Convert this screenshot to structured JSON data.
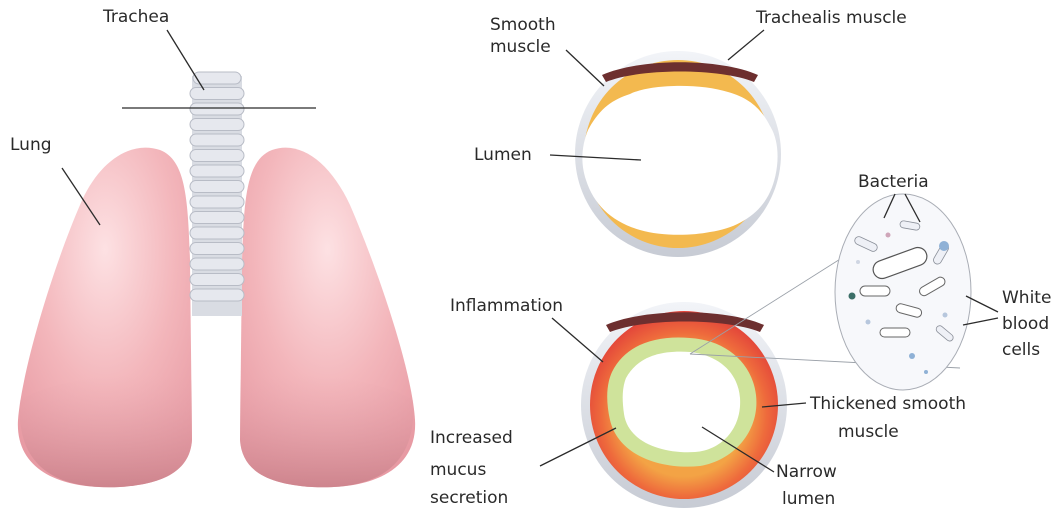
{
  "labels": {
    "trachea": "Trachea",
    "lung": "Lung",
    "smooth_muscle": [
      "Smooth",
      "muscle"
    ],
    "trachealis_muscle": "Trachealis muscle",
    "lumen": "Lumen",
    "bacteria": "Bacteria",
    "white_blood_cells": [
      "White",
      "blood",
      "cells"
    ],
    "inflammation": "Inflammation",
    "thickened_smooth_muscle": [
      "Thickened smooth",
      "muscle"
    ],
    "increased_mucus_secretion": [
      "Increased",
      "mucus",
      "secretion"
    ],
    "narrow_lumen": [
      "Narrow",
      "lumen"
    ]
  },
  "colors": {
    "lung_fill": "#f2b9bd",
    "lung_base": "#d99aa2",
    "trachea_ring": "#e6e8ee",
    "cartilage": "#b8bcc6",
    "smooth_muscle_healthy": "#f3b94f",
    "trachealis": "#6d2f2f",
    "inflamed_outer": "#e6503a",
    "inflamed_mid": "#f08f3e",
    "mucus": "#cfe39b",
    "text": "#2a2a2a"
  }
}
